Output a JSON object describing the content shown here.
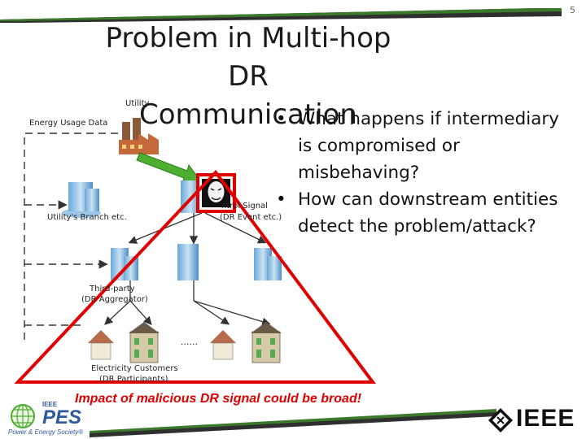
{
  "slide": {
    "number": "5",
    "title_line1": "Problem in Multi-hop DR",
    "title_line2": "Communication"
  },
  "bullets": [
    {
      "text_line1": "What happens if intermediary",
      "text_line2": "is compromised or",
      "text_line3": "misbehaving?"
    },
    {
      "text_line1": "How can downstream entities",
      "text_line2": "detect the problem/attack?"
    }
  ],
  "diagram": {
    "utility": "Utility",
    "energy_usage_data": "Energy Usage Data",
    "utility_branch": "Utility's Branch etc.",
    "control_signal_line1": "ntrol Signal",
    "control_signal_line2": "(DR Event etc.)",
    "third_party_line1": "Third-party",
    "third_party_line2": "(DR Aggregator)",
    "ellipsis": "......",
    "customers_line1": "Electricity Customers",
    "customers_line2": "(DR Participants)",
    "impact": "Impact of malicious DR signal could be broad!"
  },
  "footer": {
    "pes_ieee": "IEEE",
    "pes": "PES",
    "pes_sub": "Power & Energy Society®",
    "ieee": "IEEE"
  },
  "colors": {
    "accent_red": "#e00000",
    "arrow_green": "#4caf2f",
    "stripe_green": "#3a7a2a",
    "ieee_blue": "#2e5a9c"
  }
}
